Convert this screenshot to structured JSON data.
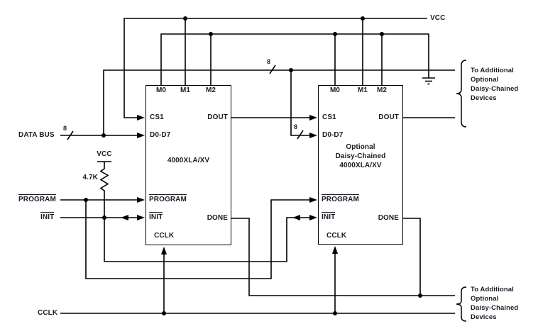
{
  "colors": {
    "line": "#000000",
    "text": "#1b1b24",
    "background": "#ffffff"
  },
  "left_rail": {
    "data_bus_label": "DATA BUS",
    "program_label": "PROGRAM",
    "init_label": "INIT",
    "cclk_label": "CCLK"
  },
  "power": {
    "vcc_main": "VCC",
    "vcc_pullup": "VCC",
    "pullup_value": "4.7K"
  },
  "bus_width_markers": {
    "data_bus": "8",
    "chain": "8",
    "device2_branch": "8"
  },
  "chips": {
    "primary": {
      "title_lines": [
        "4000XLA/XV"
      ],
      "pins": {
        "m0": "M0",
        "m1": "M1",
        "m2": "M2",
        "cs1": "CS1",
        "d0_d7": "D0-D7",
        "dout": "DOUT",
        "program": "PROGRAM",
        "init": "INIT",
        "done": "DONE",
        "cclk": "CCLK"
      }
    },
    "daisy": {
      "title_lines": [
        "Optional",
        "Daisy-Chained",
        "4000XLA/XV"
      ],
      "pins": {
        "m0": "M0",
        "m1": "M1",
        "m2": "M2",
        "cs1": "CS1",
        "d0_d7": "D0-D7",
        "dout": "DOUT",
        "program": "PROGRAM",
        "init": "INIT",
        "done": "DONE",
        "cclk": "CCLK"
      }
    }
  },
  "braces": {
    "top": {
      "lines": [
        "To Additional",
        "Optional",
        "Daisy-Chained",
        "Devices"
      ]
    },
    "bottom": {
      "lines": [
        "To Additional",
        "Optional",
        "Daisy-Chained",
        "Devices"
      ]
    }
  }
}
